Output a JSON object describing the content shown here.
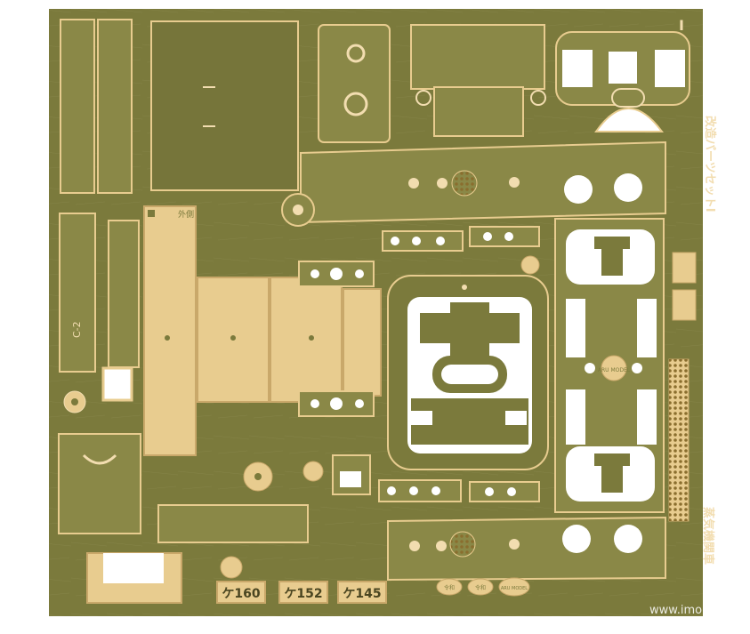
{
  "image": {
    "subject": "photo-etched brass detail parts sheet",
    "colors": {
      "background": "#ffffff",
      "brass_dark": "#7b7a3c",
      "brass_mid": "#8a8847",
      "brass_light": "#e8cc8f",
      "brass_pale": "#f2ddb0",
      "outline": "#c9a86a"
    }
  },
  "sheet": {
    "corner_mark": "I",
    "vertical_title_1": "改造パーツセットI",
    "vertical_title_2": "蒸気機関車"
  },
  "plates": [
    {
      "text": "ケ160"
    },
    {
      "text": "ケ152"
    },
    {
      "text": "ケ145"
    }
  ],
  "tags": {
    "outer_tag": "外側",
    "c_tag": "C-2"
  },
  "emblem_labels": [
    "令和",
    "令和",
    "ARU MODEL"
  ],
  "round_badge": "ARU MODEL",
  "watermark": "www.imon.co.jp"
}
